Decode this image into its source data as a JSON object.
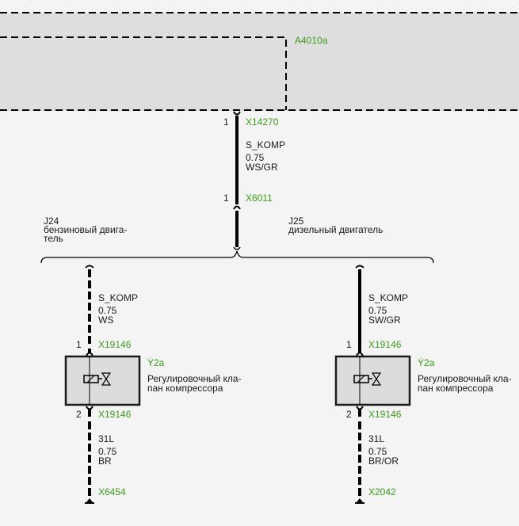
{
  "colors": {
    "background": "#f4f4f4",
    "module_fill": "#dedede",
    "component_fill": "#dcdcdc",
    "label_green": "#3c9a1c",
    "wire": "#000000"
  },
  "module": {
    "id": "A4010a"
  },
  "main_wire": {
    "top_connector": {
      "pin": "1",
      "id": "X14270"
    },
    "signal": "S_KOMP",
    "cross_section": "0.75",
    "color": "WS/GR",
    "bottom_connector": {
      "pin": "1",
      "id": "X6011"
    }
  },
  "variants": [
    {
      "code": "J24",
      "description_line1": "бензиновый двига-",
      "description_line2": "тель",
      "upper_wire": {
        "signal": "S_KOMP",
        "cross_section": "0.75",
        "color": "WS",
        "style": "dashed"
      },
      "top_connector": {
        "pin": "1",
        "id": "X19146"
      },
      "component": {
        "id": "Ẏ2a",
        "name_line1": "Регулировочный кла-",
        "name_line2": "пан компрессора",
        "icon": "solenoid-valve-icon"
      },
      "bottom_connector": {
        "pin": "2",
        "id": "X19146"
      },
      "lower_wire": {
        "signal": "31L",
        "cross_section": "0.75",
        "color": "BR",
        "style": "dashed"
      },
      "ground": {
        "id": "X6454"
      }
    },
    {
      "code": "J25",
      "description_line1": "дизельный двигатель",
      "upper_wire": {
        "signal": "S_KOMP",
        "cross_section": "0.75",
        "color": "SW/GR",
        "style": "solid"
      },
      "top_connector": {
        "pin": "1",
        "id": "X19146"
      },
      "component": {
        "id": "Ẏ2a",
        "name_line1": "Регулировочный кла-",
        "name_line2": "пан компрессора",
        "icon": "solenoid-valve-icon"
      },
      "bottom_connector": {
        "pin": "2",
        "id": "X19146"
      },
      "lower_wire": {
        "signal": "31L",
        "cross_section": "0.75",
        "color": "BR/OR",
        "style": "dashed"
      },
      "ground": {
        "id": "X2042"
      }
    }
  ]
}
